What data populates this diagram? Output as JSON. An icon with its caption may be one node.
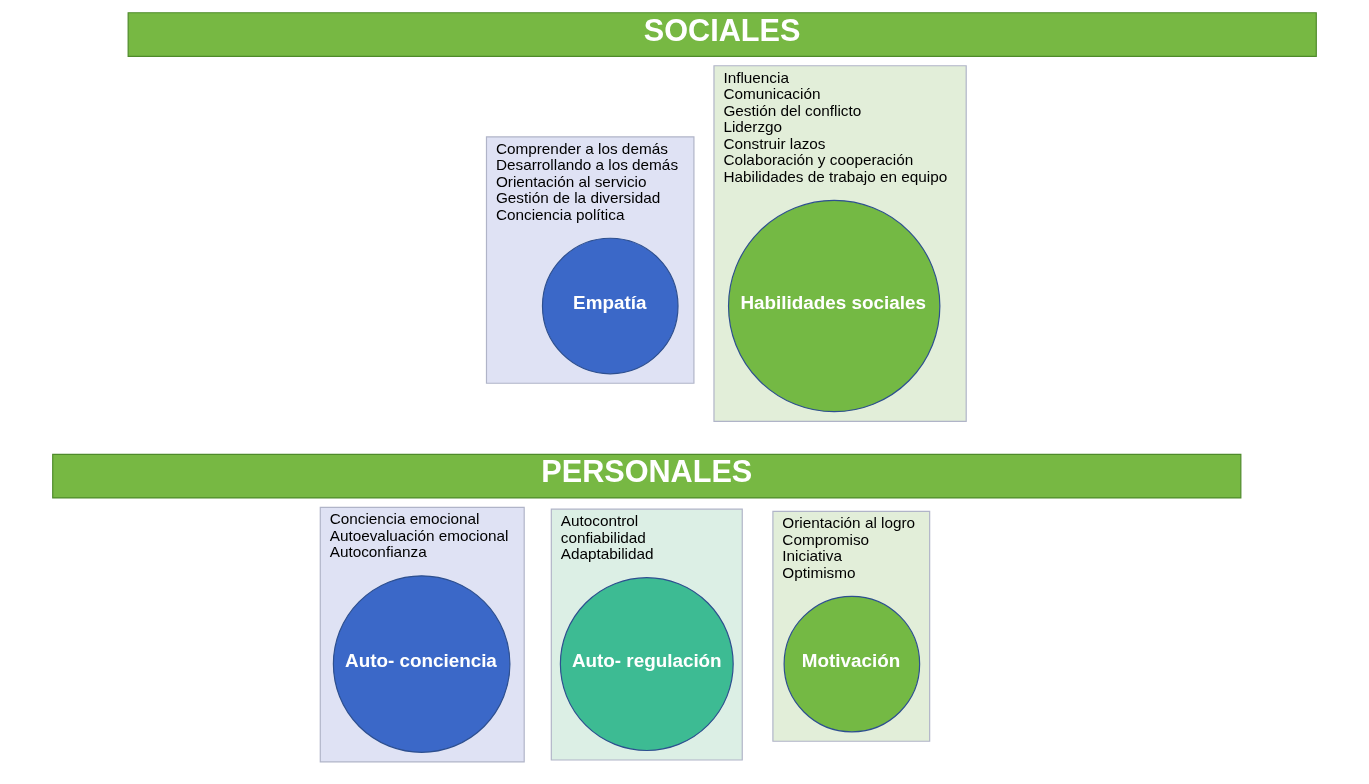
{
  "diagram": {
    "nodes": [
      {
        "text": [
          "SOCIALES"
        ]
      },
      {
        "text": [
          "Comprender a los demás",
          "Desarrollando a los demás",
          "Orientación al servicio",
          "Gestión de la diversidad",
          "Conciencia política"
        ]
      },
      {
        "text": [
          "Empatía"
        ],
        "in": 1
      },
      {
        "text": [
          "Influencia",
          "Comunicación",
          "Gestión del conflicto",
          "Liderzgo",
          "Construir lazos",
          "Colaboración y cooperación",
          "Habilidades de trabajo en equipo"
        ]
      },
      {
        "text": [
          "Habilidades sociales"
        ],
        "in": 3
      },
      {
        "text": [
          "PERSONALES"
        ]
      },
      {
        "text": [
          "Conciencia emocional",
          "Autoevaluación emocional",
          "Autoconfianza"
        ]
      },
      {
        "text": [
          "Auto- conciencia"
        ],
        "in": 6
      },
      {
        "text": [
          "Autocontrol",
          "confiabilidad",
          "Adaptabilidad"
        ]
      },
      {
        "text": [
          "Auto- regulación"
        ],
        "in": 8
      },
      {
        "text": [
          "Orientación al logro",
          "Compromiso",
          "Iniciativa",
          "Optimismo"
        ]
      },
      {
        "text": [
          "Motivación"
        ],
        "in": 10
      }
    ],
    "edges": []
  }
}
